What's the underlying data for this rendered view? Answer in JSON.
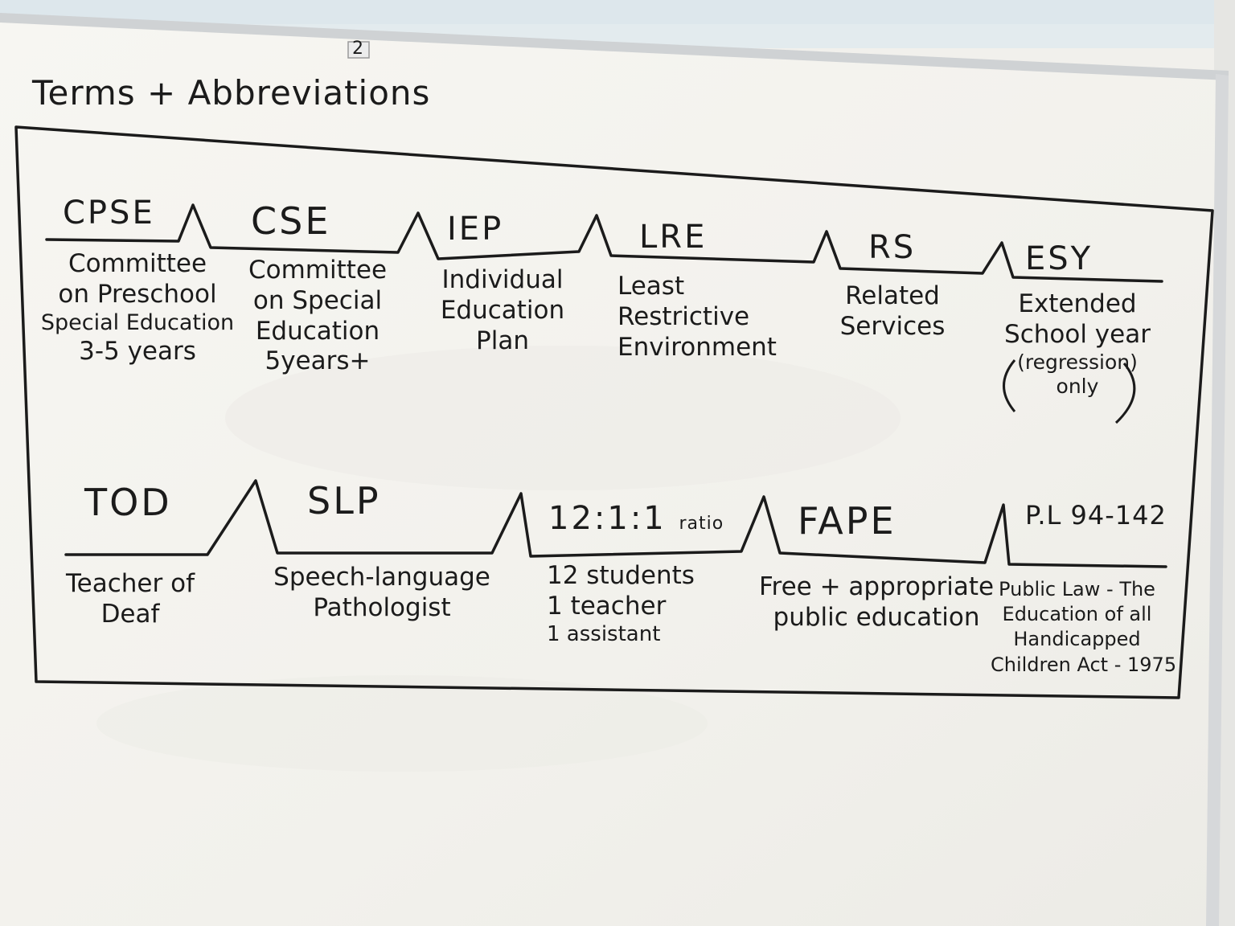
{
  "board": {
    "title": "Terms + Abbreviations",
    "corner_mark": "2"
  },
  "row1": [
    {
      "abbr": "CPSE",
      "definition": [
        "Committee",
        "on Preschool",
        "Special Education",
        "3-5 years"
      ]
    },
    {
      "abbr": "CSE",
      "definition": [
        "Committee",
        "on Special",
        "Education",
        "5years+"
      ]
    },
    {
      "abbr": "IEP",
      "definition": [
        "Individual",
        "Education",
        "Plan"
      ]
    },
    {
      "abbr": "LRE",
      "definition": [
        "Least",
        "Restrictive",
        "Environment"
      ]
    },
    {
      "abbr": "RS",
      "definition": [
        "Related",
        "Services"
      ]
    },
    {
      "abbr": "ESY",
      "definition": [
        "Extended",
        "School year",
        "(regression)",
        "only"
      ]
    }
  ],
  "row2": [
    {
      "abbr": "TOD",
      "definition": [
        "Teacher of",
        "Deaf"
      ]
    },
    {
      "abbr": "SLP",
      "definition": [
        "Speech-language",
        "Pathologist"
      ]
    },
    {
      "abbr": "12:1:1",
      "abbr_suffix": "ratio",
      "definition": [
        "12 students",
        "1 teacher",
        "1 assistant"
      ]
    },
    {
      "abbr": "FAPE",
      "definition": [
        "Free + appropriate",
        "public education"
      ]
    },
    {
      "abbr": "P.L 94-142",
      "definition": [
        "Public Law - The",
        "Education of all",
        "Handicapped",
        "Children Act - 1975"
      ]
    }
  ],
  "colors": {
    "marker": "#1b1b1b",
    "board": "#f4f3ef",
    "frame": "#d9dadb",
    "window": "#dfe9ee",
    "wall": "#e9e9e6"
  }
}
